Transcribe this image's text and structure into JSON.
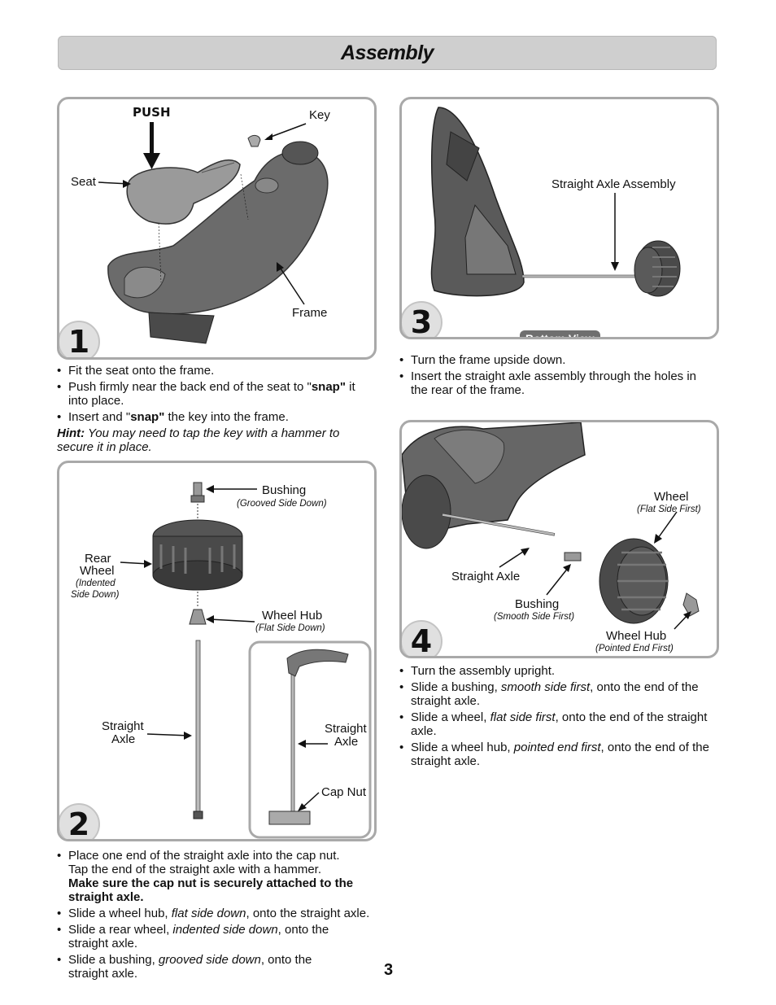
{
  "header": {
    "title": "Assembly"
  },
  "page_number": "3",
  "step1": {
    "number": "1",
    "labels": {
      "push": "PUSH",
      "key": "Key",
      "seat": "Seat",
      "frame": "Frame"
    },
    "bullets": [
      {
        "pre": "Fit the seat onto the frame.",
        "em": "",
        "mid": "",
        "bold": "",
        "post": ""
      },
      {
        "pre": "Push firmly near the back end of the seat to \"",
        "bold": "snap\"",
        "post": " it into place."
      },
      {
        "pre": "Insert and \"",
        "bold": "snap\"",
        "post": " the key into the frame."
      }
    ],
    "hint_label": "Hint:",
    "hint_text": " You may need to tap the key with a hammer to secure it in place."
  },
  "step2": {
    "number": "2",
    "labels": {
      "bushing": "Bushing",
      "bushing_sub": "(Grooved Side Down)",
      "rear_wheel_1": "Rear",
      "rear_wheel_2": "Wheel",
      "rear_wheel_sub_1": "(Indented",
      "rear_wheel_sub_2": "Side Down)",
      "wheel_hub": "Wheel Hub",
      "wheel_hub_sub": "(Flat Side Down)",
      "straight_axle_1": "Straight",
      "straight_axle_2": "Axle",
      "inset_axle_1": "Straight",
      "inset_axle_2": "Axle",
      "cap_nut": "Cap Nut"
    },
    "b1_line1": "Place one end of the straight axle into the cap nut.",
    "b1_line2": "Tap the end of the straight axle with a hammer.",
    "b1_bold": "Make sure the cap nut is securely attached to the straight axle.",
    "b2_pre": "Slide a wheel hub, ",
    "b2_em": "flat side down",
    "b2_post": ", onto the straight axle.",
    "b3_pre": "Slide a rear wheel, ",
    "b3_em": "indented side down",
    "b3_post": ", onto the straight axle.",
    "b4_pre": "Slide a bushing, ",
    "b4_em": "grooved side down",
    "b4_post": ", onto the straight axle."
  },
  "step3": {
    "number": "3",
    "labels": {
      "assembly": "Straight Axle Assembly",
      "bottom_view": "Bottom View"
    },
    "bullets": [
      "Turn the frame upside down.",
      "Insert the straight axle assembly through the holes in the rear of the frame."
    ]
  },
  "step4": {
    "number": "4",
    "labels": {
      "wheel": "Wheel",
      "wheel_sub": "(Flat Side First)",
      "straight_axle": "Straight Axle",
      "bushing": "Bushing",
      "bushing_sub": "(Smooth Side First)",
      "wheel_hub": "Wheel Hub",
      "wheel_hub_sub": "(Pointed End First)"
    },
    "b1": "Turn the assembly upright.",
    "b2_pre": "Slide a bushing, ",
    "b2_em": "smooth side first",
    "b2_post": ", onto the end of the straight axle.",
    "b3_pre": "Slide a wheel, ",
    "b3_em": "flat side first",
    "b3_post": ", onto the end of the straight axle.",
    "b4_pre": "Slide a wheel hub, ",
    "b4_em": "pointed end first",
    "b4_post": ", onto the end of the straight axle."
  }
}
